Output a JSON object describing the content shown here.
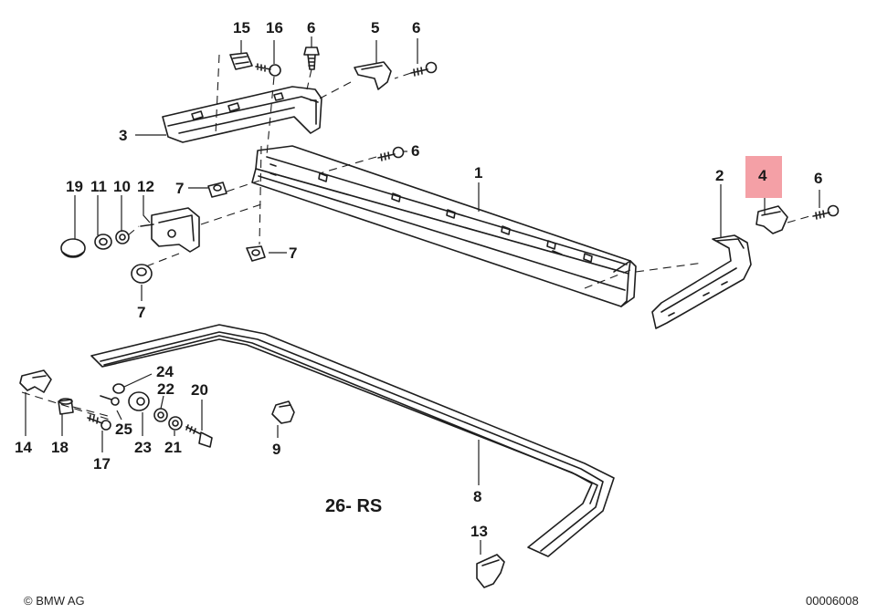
{
  "diagram": {
    "highlight_color": "#f4a0a6",
    "line_color": "#1e1e1e",
    "callouts": [
      {
        "id": "c15",
        "text": "15"
      },
      {
        "id": "c16",
        "text": "16"
      },
      {
        "id": "c6a",
        "text": "6"
      },
      {
        "id": "c5",
        "text": "5"
      },
      {
        "id": "c6b",
        "text": "6"
      },
      {
        "id": "c3",
        "text": "3"
      },
      {
        "id": "c6c",
        "text": "6"
      },
      {
        "id": "c1",
        "text": "1"
      },
      {
        "id": "c2",
        "text": "2"
      },
      {
        "id": "c4",
        "text": "4"
      },
      {
        "id": "c6d",
        "text": "6"
      },
      {
        "id": "c19",
        "text": "19"
      },
      {
        "id": "c11",
        "text": "11"
      },
      {
        "id": "c10",
        "text": "10"
      },
      {
        "id": "c12",
        "text": "12"
      },
      {
        "id": "c7a",
        "text": "7"
      },
      {
        "id": "c7b",
        "text": "7"
      },
      {
        "id": "c7c",
        "text": "7"
      },
      {
        "id": "c24",
        "text": "24"
      },
      {
        "id": "c22",
        "text": "22"
      },
      {
        "id": "c20",
        "text": "20"
      },
      {
        "id": "c25",
        "text": "25"
      },
      {
        "id": "c14",
        "text": "14"
      },
      {
        "id": "c18",
        "text": "18"
      },
      {
        "id": "c23",
        "text": "23"
      },
      {
        "id": "c21",
        "text": "21"
      },
      {
        "id": "c17",
        "text": "17"
      },
      {
        "id": "c9",
        "text": "9"
      },
      {
        "id": "c8",
        "text": "8"
      },
      {
        "id": "c13",
        "text": "13"
      }
    ],
    "variant_label": "26- RS",
    "copyright": "© BMW AG",
    "drawing_number": "00006008"
  }
}
